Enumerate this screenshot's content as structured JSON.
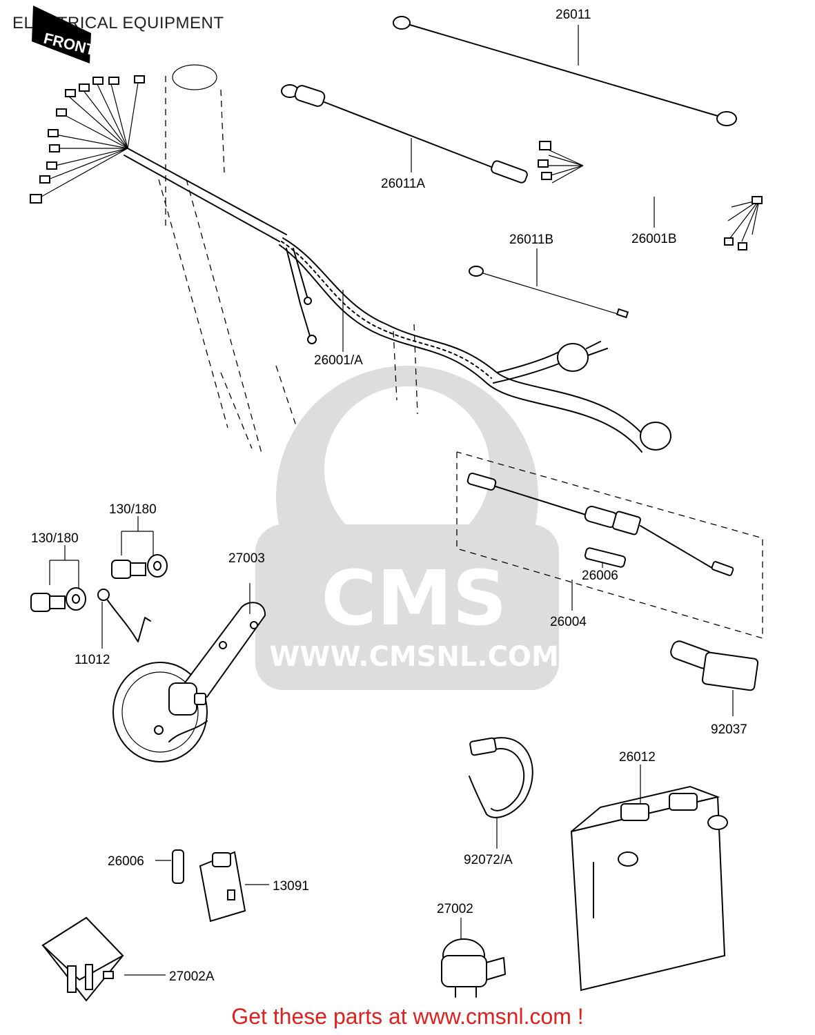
{
  "page": {
    "title": "ELECTRICAL EQUIPMENT",
    "front_marker": "FRONT",
    "promo": "Get these parts at www.cmsnl.com !"
  },
  "watermark": {
    "logo": "CMS",
    "url": "WWW.CMSNL.COM"
  },
  "parts": [
    {
      "id": "26011",
      "label": "26011"
    },
    {
      "id": "26011A",
      "label": "26011A"
    },
    {
      "id": "26011B",
      "label": "26011B"
    },
    {
      "id": "26001B",
      "label": "26001B"
    },
    {
      "id": "26001/A",
      "label": "26001/A"
    },
    {
      "id": "130/180-a",
      "label": "130/180"
    },
    {
      "id": "130/180-b",
      "label": "130/180"
    },
    {
      "id": "27003",
      "label": "27003"
    },
    {
      "id": "26006-a",
      "label": "26006"
    },
    {
      "id": "26004",
      "label": "26004"
    },
    {
      "id": "92037",
      "label": "92037"
    },
    {
      "id": "11012",
      "label": "11012"
    },
    {
      "id": "26012",
      "label": "26012"
    },
    {
      "id": "92072/A",
      "label": "92072/A"
    },
    {
      "id": "26006-b",
      "label": "26006"
    },
    {
      "id": "13091",
      "label": "13091"
    },
    {
      "id": "27002",
      "label": "27002"
    },
    {
      "id": "27002A",
      "label": "27002A"
    }
  ]
}
